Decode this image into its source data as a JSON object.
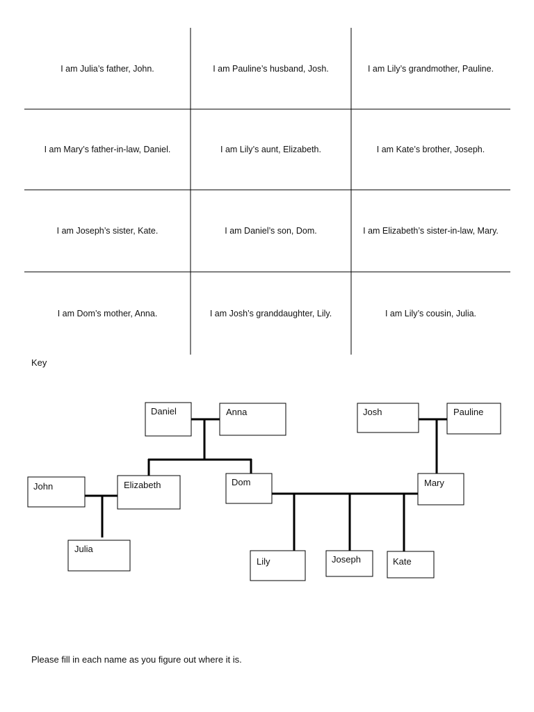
{
  "cards": [
    [
      "I am Julia’s father, John.",
      "I am Pauline’s husband, Josh.",
      "I am Lily’s grandmother, Pauline."
    ],
    [
      "I am Mary’s father-in-law, Daniel.",
      "I am Lily’s aunt, Elizabeth.",
      "I am Kate’s brother, Joseph."
    ],
    [
      "I am Joseph’s sister, Kate.",
      "I am Daniel’s son, Dom.",
      "I am Elizabeth’s sister-in-law, Mary."
    ],
    [
      "I am Dom’s mother, Anna.",
      "I am Josh’s granddaughter, Lily.",
      "I am Lily’s cousin, Julia."
    ]
  ],
  "key_label": "Key",
  "family_tree": {
    "people": [
      "Daniel",
      "Anna",
      "Josh",
      "Pauline",
      "John",
      "Elizabeth",
      "Dom",
      "Mary",
      "Julia",
      "Lily",
      "Joseph",
      "Kate"
    ],
    "couples": [
      [
        "Daniel",
        "Anna"
      ],
      [
        "Josh",
        "Pauline"
      ],
      [
        "John",
        "Elizabeth"
      ],
      [
        "Dom",
        "Mary"
      ]
    ],
    "children": [
      {
        "parents": [
          "Daniel",
          "Anna"
        ],
        "children": [
          "Elizabeth",
          "Dom"
        ]
      },
      {
        "parents": [
          "Josh",
          "Pauline"
        ],
        "children": [
          "Mary"
        ]
      },
      {
        "parents": [
          "John",
          "Elizabeth"
        ],
        "children": [
          "Julia"
        ]
      },
      {
        "parents": [
          "Dom",
          "Mary"
        ],
        "children": [
          "Lily",
          "Joseph",
          "Kate"
        ]
      }
    ]
  },
  "instruction": "Please fill in each name as you figure out where it is."
}
